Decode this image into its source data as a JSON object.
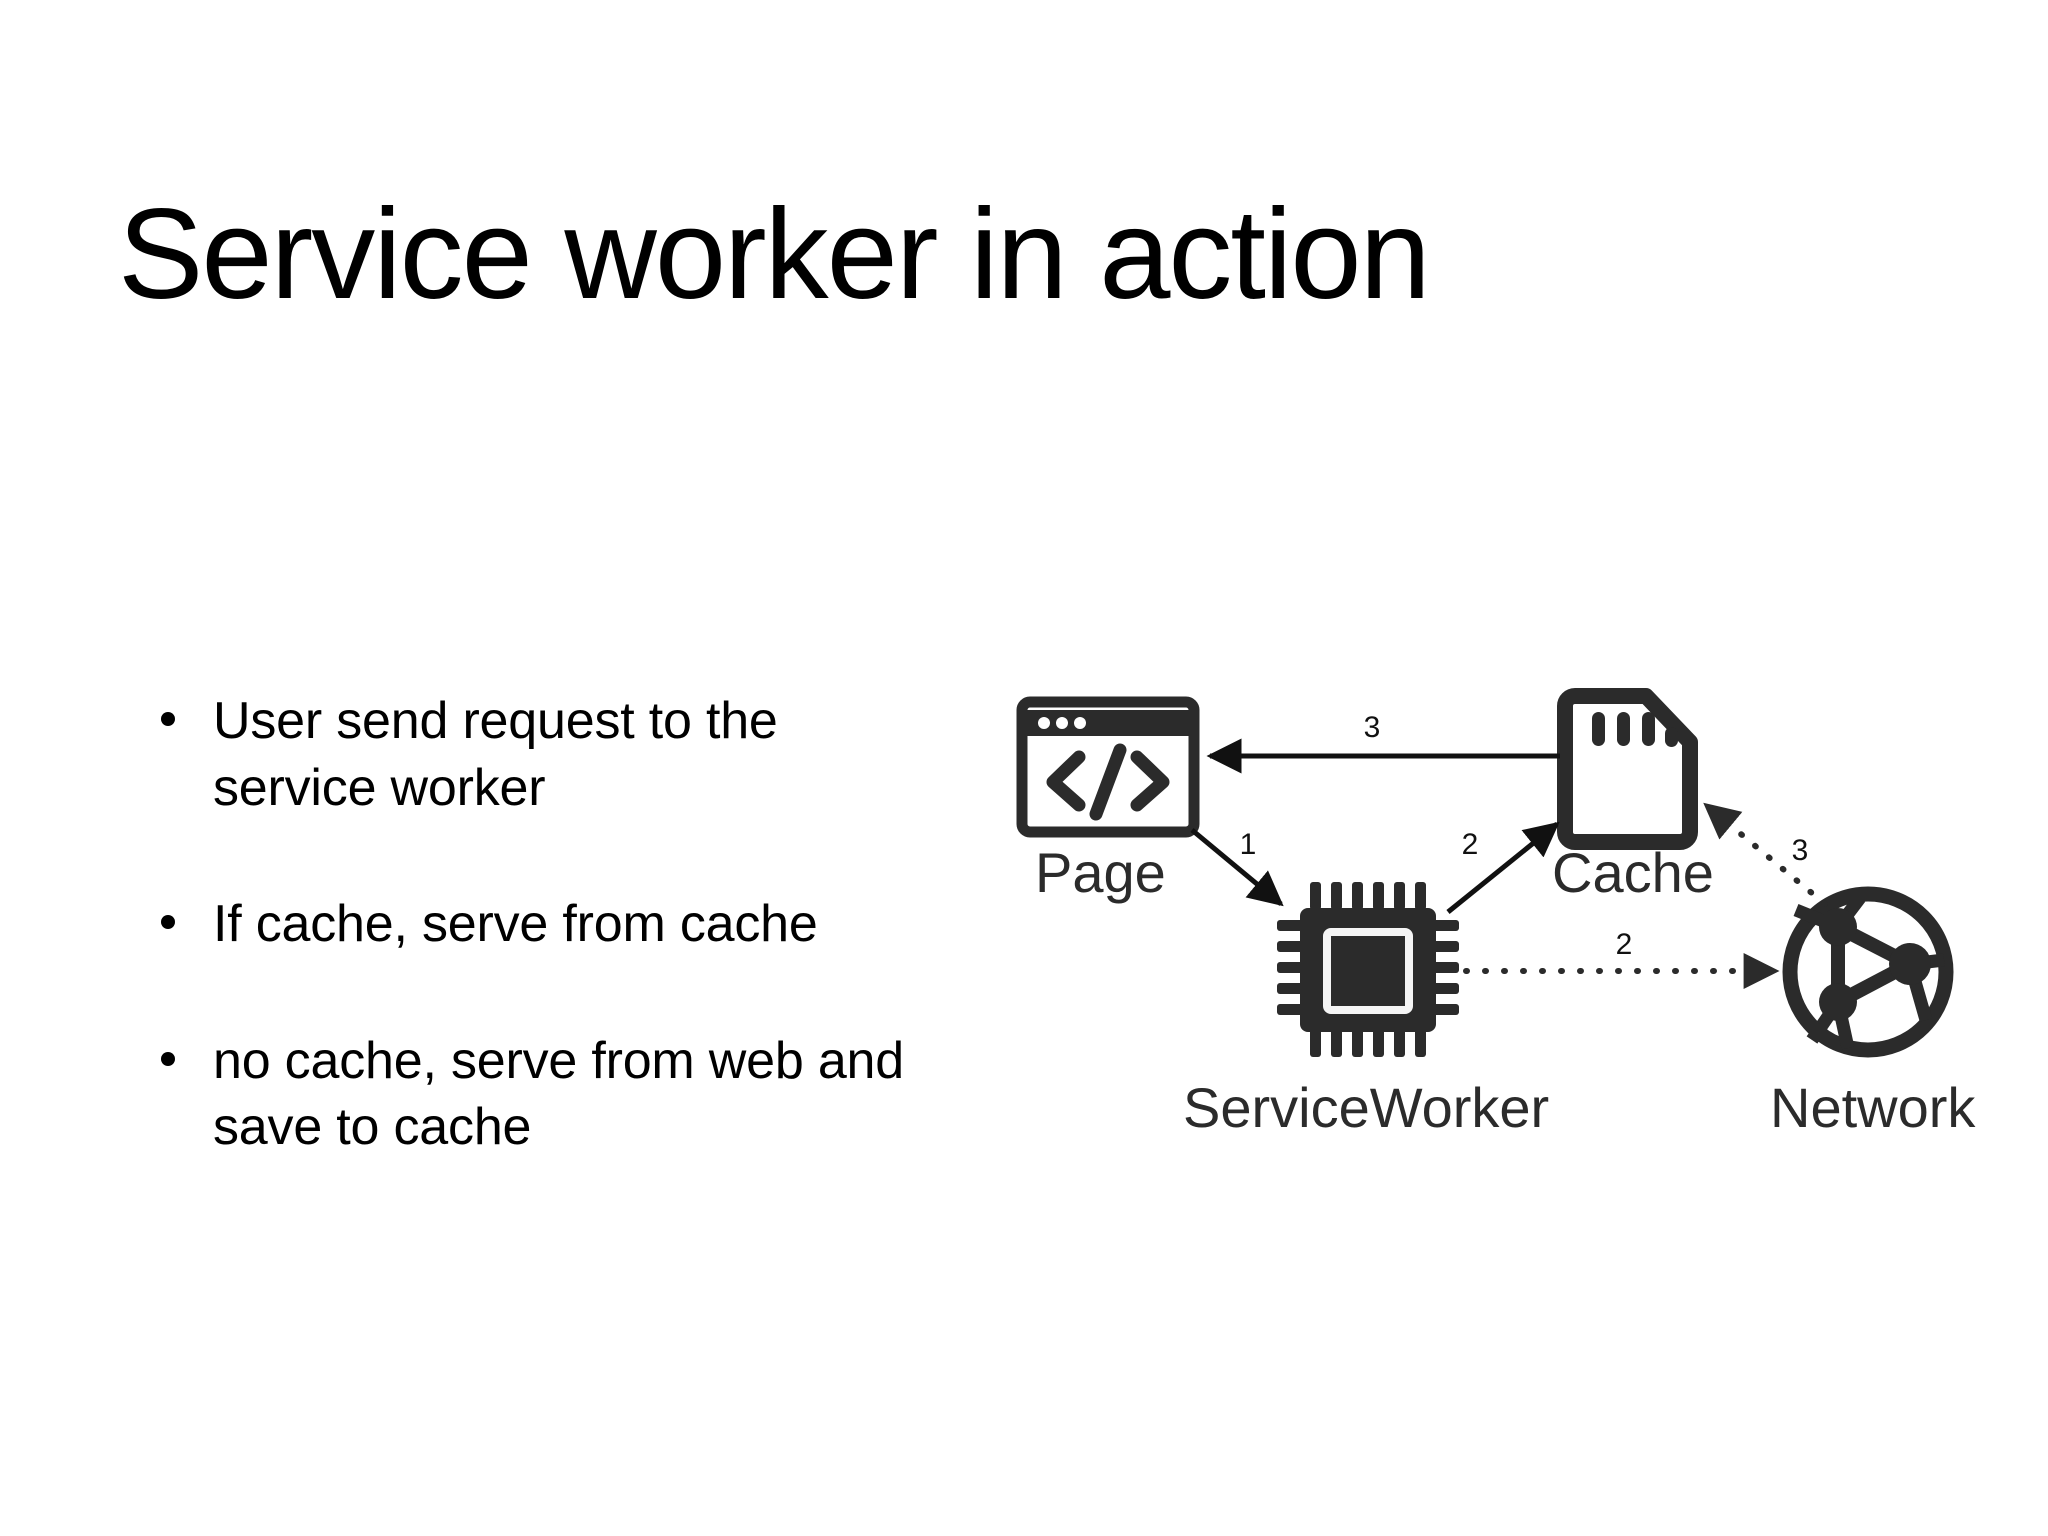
{
  "slide": {
    "title": "Service worker in action",
    "background_color": "#ffffff",
    "text_color": "#000000",
    "diagram_color": "#2b2b2b"
  },
  "bullets": [
    {
      "text": "User send request to the service worker"
    },
    {
      "text": "If cache, serve from cache"
    },
    {
      "text": "no cache, serve from web and save to cache"
    }
  ],
  "diagram": {
    "nodes": [
      {
        "id": "page",
        "label": "Page",
        "icon": "browser-window-code-icon"
      },
      {
        "id": "cache",
        "label": "Cache",
        "icon": "sd-card-icon"
      },
      {
        "id": "serviceworker",
        "label": "ServiceWorker",
        "icon": "cpu-chip-icon"
      },
      {
        "id": "network",
        "label": "Network",
        "icon": "globe-network-icon"
      }
    ],
    "edges": [
      {
        "id": "page-to-sw",
        "from": "page",
        "to": "serviceworker",
        "number": "1",
        "style": "solid"
      },
      {
        "id": "sw-to-cache",
        "from": "serviceworker",
        "to": "cache",
        "number": "2",
        "style": "solid"
      },
      {
        "id": "cache-to-page",
        "from": "cache",
        "to": "page",
        "number": "3",
        "style": "solid"
      },
      {
        "id": "sw-to-network",
        "from": "serviceworker",
        "to": "network",
        "number": "2",
        "style": "dotted"
      },
      {
        "id": "network-to-cache",
        "from": "network",
        "to": "cache",
        "number": "3",
        "style": "dotted"
      }
    ]
  }
}
